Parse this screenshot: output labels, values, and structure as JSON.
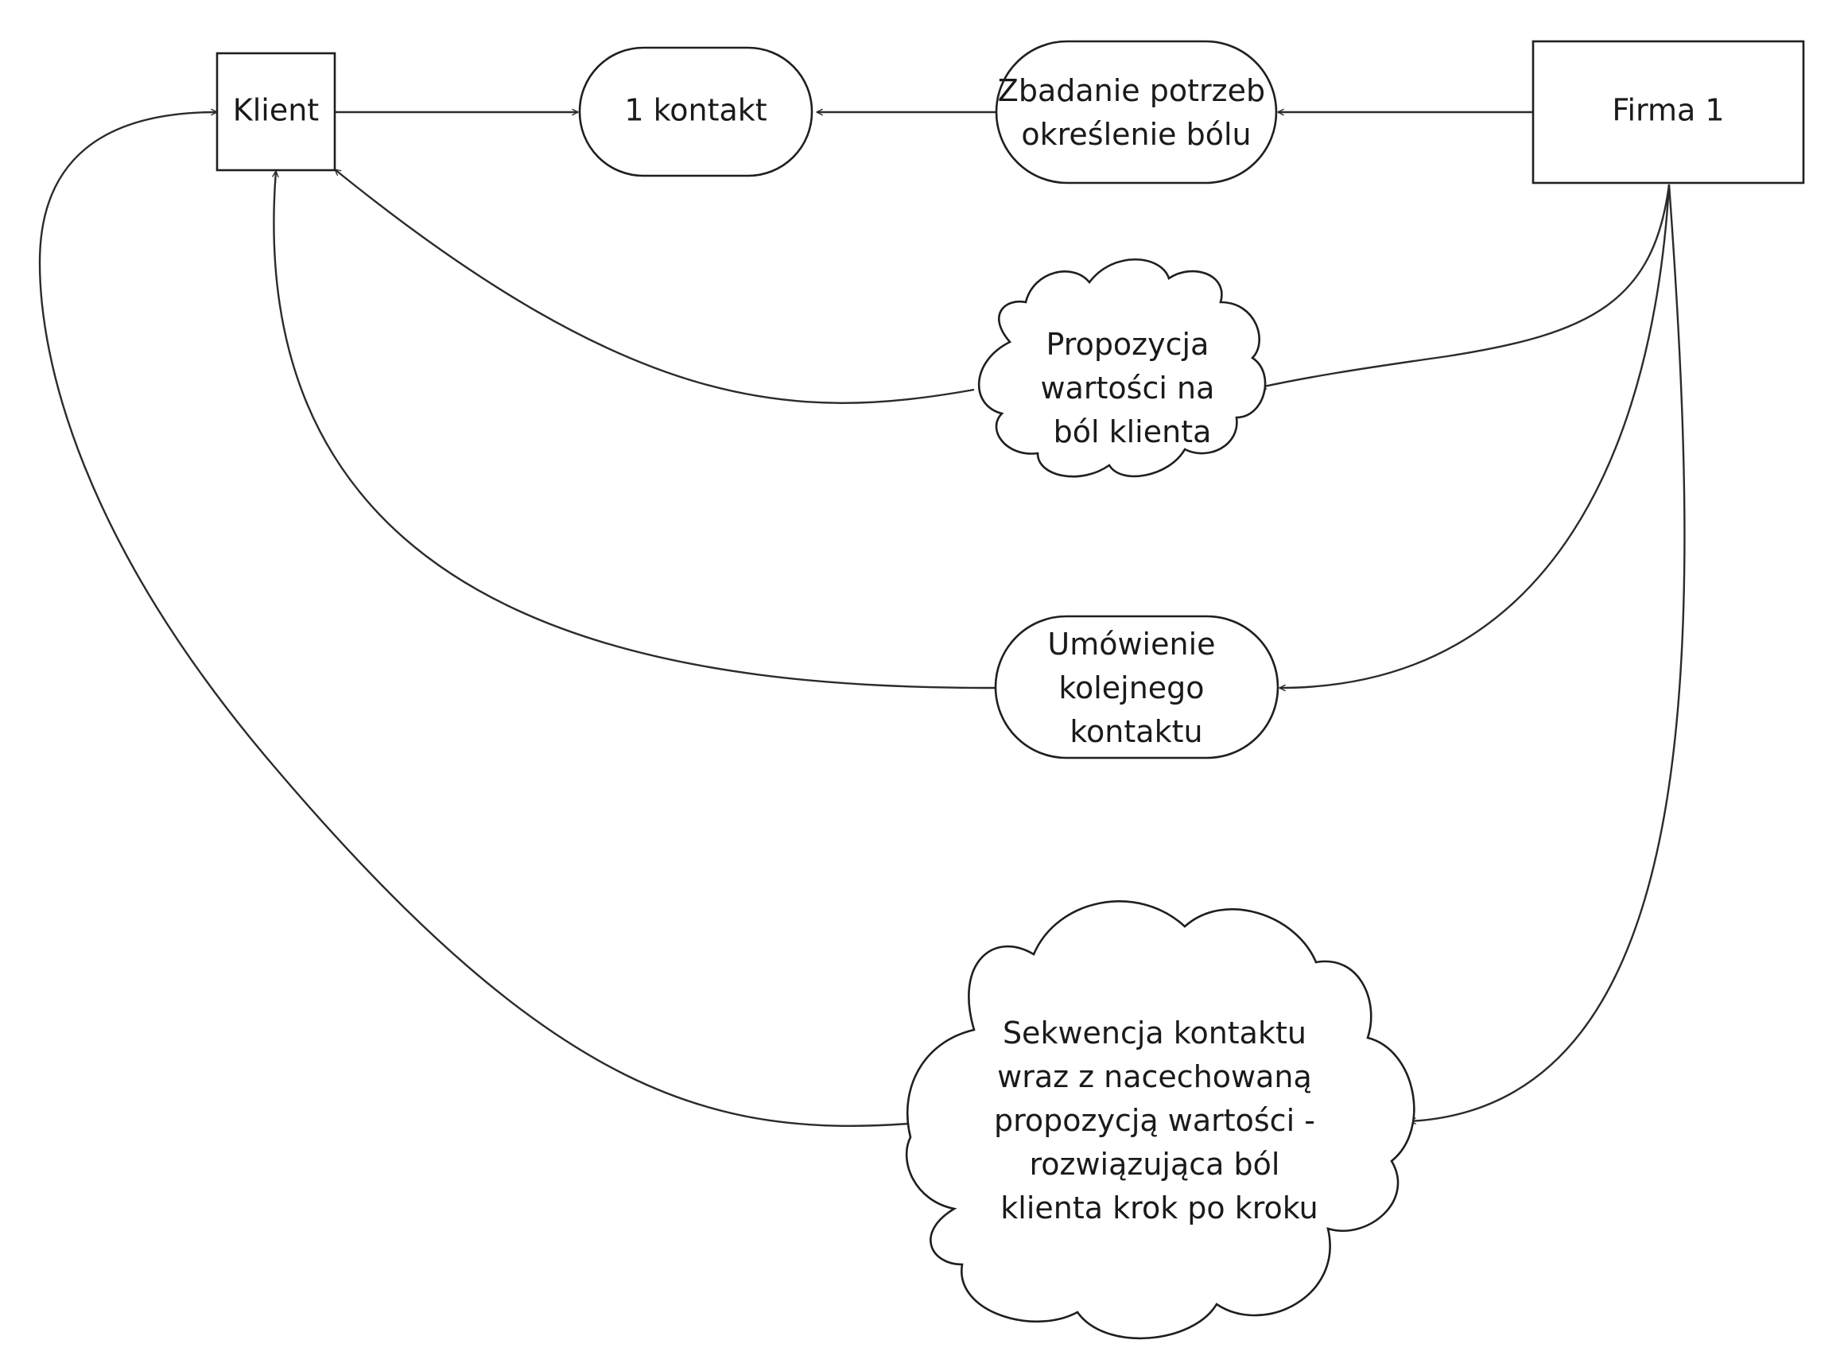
{
  "diagram": {
    "nodes": {
      "klient": {
        "label": "Klient",
        "shape": "rectangle"
      },
      "kontakt": {
        "label": "1 kontakt",
        "shape": "stadium"
      },
      "zbadanie": {
        "label_lines": [
          "Zbadanie potrzeb",
          "określenie bólu"
        ],
        "shape": "stadium"
      },
      "firma": {
        "label": "Firma 1",
        "shape": "rectangle"
      },
      "propozycja": {
        "label_lines": [
          "Propozycja",
          "wartości na",
          "ból klienta"
        ],
        "shape": "cloud"
      },
      "umowienie": {
        "label_lines": [
          "Umówienie",
          "kolejnego",
          "kontaktu"
        ],
        "shape": "stadium"
      },
      "sekwencja": {
        "label_lines": [
          "Sekwencja kontaktu",
          "wraz z nacechowaną",
          "propozycją wartości -",
          "rozwiązująca ból",
          "klienta krok po kroku"
        ],
        "shape": "cloud"
      }
    },
    "edges": [
      {
        "from": "klient",
        "to": "kontakt"
      },
      {
        "from": "zbadanie",
        "to": "kontakt"
      },
      {
        "from": "firma",
        "to": "zbadanie"
      },
      {
        "from": "firma",
        "to": "propozycja"
      },
      {
        "from": "propozycja",
        "to": "klient"
      },
      {
        "from": "firma",
        "to": "umowienie"
      },
      {
        "from": "umowienie",
        "to": "klient"
      },
      {
        "from": "firma",
        "to": "sekwencja"
      },
      {
        "from": "sekwencja",
        "to": "klient"
      }
    ],
    "colors": {
      "stroke": "#1f1f1f",
      "fill": "#ffffff",
      "background": "#ffffff",
      "text": "#1a1a1a"
    }
  }
}
